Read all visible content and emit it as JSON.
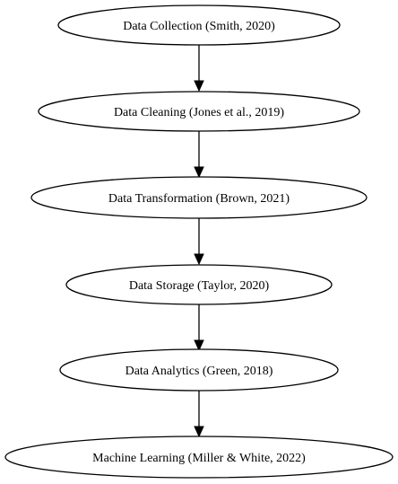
{
  "diagram": {
    "nodes": [
      {
        "id": "collection",
        "label": "Data Collection (Smith, 2020)"
      },
      {
        "id": "cleaning",
        "label": "Data Cleaning (Jones et al., 2019)"
      },
      {
        "id": "transformation",
        "label": "Data Transformation (Brown, 2021)"
      },
      {
        "id": "storage",
        "label": "Data Storage (Taylor, 2020)"
      },
      {
        "id": "analytics",
        "label": "Data Analytics (Green, 2018)"
      },
      {
        "id": "ml",
        "label": "Machine Learning (Miller & White, 2022)"
      }
    ],
    "edges": [
      {
        "from": "collection",
        "to": "cleaning"
      },
      {
        "from": "cleaning",
        "to": "transformation"
      },
      {
        "from": "transformation",
        "to": "storage"
      },
      {
        "from": "storage",
        "to": "analytics"
      },
      {
        "from": "analytics",
        "to": "ml"
      }
    ]
  }
}
